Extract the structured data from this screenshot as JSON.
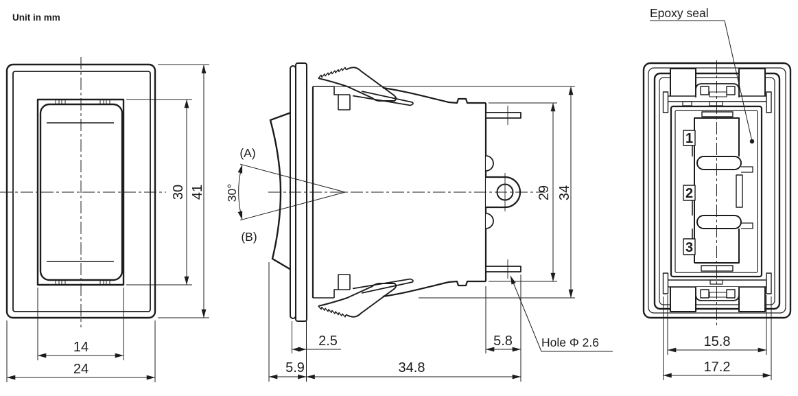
{
  "note": {
    "unit": "Unit in mm"
  },
  "colors": {
    "ink": "#1c1c1c",
    "background": "#ffffff"
  },
  "front_view": {
    "dims": {
      "opening_height": "30",
      "bezel_height": "41",
      "opening_width": "14",
      "bezel_width": "24"
    }
  },
  "side_view": {
    "labels": {
      "pos_a": "(A)",
      "pos_b": "(B)",
      "angle": "30°",
      "hole": "Hole Φ 2.6"
    },
    "dims": {
      "panel_thickness": "2.5",
      "front_protrusion": "5.9",
      "body_depth": "34.8",
      "terminal_length": "5.8",
      "shoulder_height": "29",
      "overall_height": "34"
    }
  },
  "back_view": {
    "labels": {
      "seal": "Epoxy seal"
    },
    "terminals": [
      "1",
      "2",
      "3"
    ],
    "dims": {
      "terminal_span": "15.8",
      "body_width": "17.2"
    }
  }
}
